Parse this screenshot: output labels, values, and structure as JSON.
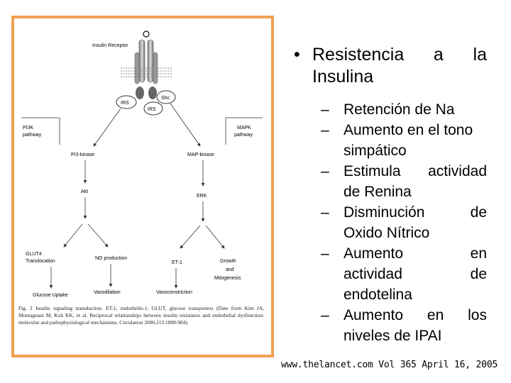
{
  "figure": {
    "labels": {
      "insulin_receptor": "Insulin Receptor",
      "irs_left": "IRS",
      "irs_center": "IRS",
      "shc": "Shc",
      "pi3k_pathway_1": "PI3K",
      "pi3k_pathway_2": "pathway",
      "mapk_pathway_1": "MAPK",
      "mapk_pathway_2": "pathway",
      "pi3_kinase": "PI3-kinase",
      "map_kinase": "MAP-kinase",
      "akt": "Akt",
      "erk": "ERK",
      "glut4_1": "GLUT4",
      "glut4_2": "Translocation",
      "no_production": "NO production",
      "et1": "ET-1",
      "growth_1": "Growth",
      "growth_2": "and",
      "growth_3": "Mitogenesis",
      "glucose_uptake": "Glucose Uptake",
      "vasodilation": "Vasodilation",
      "vasoconstriction": "Vasoconstriction"
    },
    "caption": "Fig. 2 Insulin signaling transduction. ET-1, endothelin-1; GLUT, glucose transporters (Date from Kim JA, Montagnani M, Koh KK, et al. Reciprocal relationships between insulin resistance and endothelial dysfunction: molecular and pathophysiological mechanisms. Circulation 2006;113:1888-904)."
  },
  "bullets": {
    "main": {
      "marker": "•",
      "line1_words": [
        "Resistencia",
        "a",
        "la"
      ],
      "line2": "Insulina"
    },
    "dash": "–",
    "sub_items": [
      {
        "lines": [
          [
            "Retención de Na"
          ]
        ]
      },
      {
        "lines": [
          [
            "Aumento en el tono"
          ],
          [
            "simpático"
          ]
        ]
      },
      {
        "lines": [
          [
            "Estimula",
            "actividad"
          ],
          [
            "de Renina"
          ]
        ]
      },
      {
        "lines": [
          [
            "Disminución",
            "de"
          ],
          [
            "Oxido Nítrico"
          ]
        ]
      },
      {
        "lines": [
          [
            "Aumento",
            "en"
          ],
          [
            "actividad",
            "de"
          ],
          [
            "endotelina"
          ]
        ]
      },
      {
        "lines": [
          [
            "Aumento",
            "en",
            "los"
          ],
          [
            "niveles de IPAI"
          ]
        ]
      }
    ]
  },
  "source": "www.thelancet.com Vol 365 April 16, 2005"
}
